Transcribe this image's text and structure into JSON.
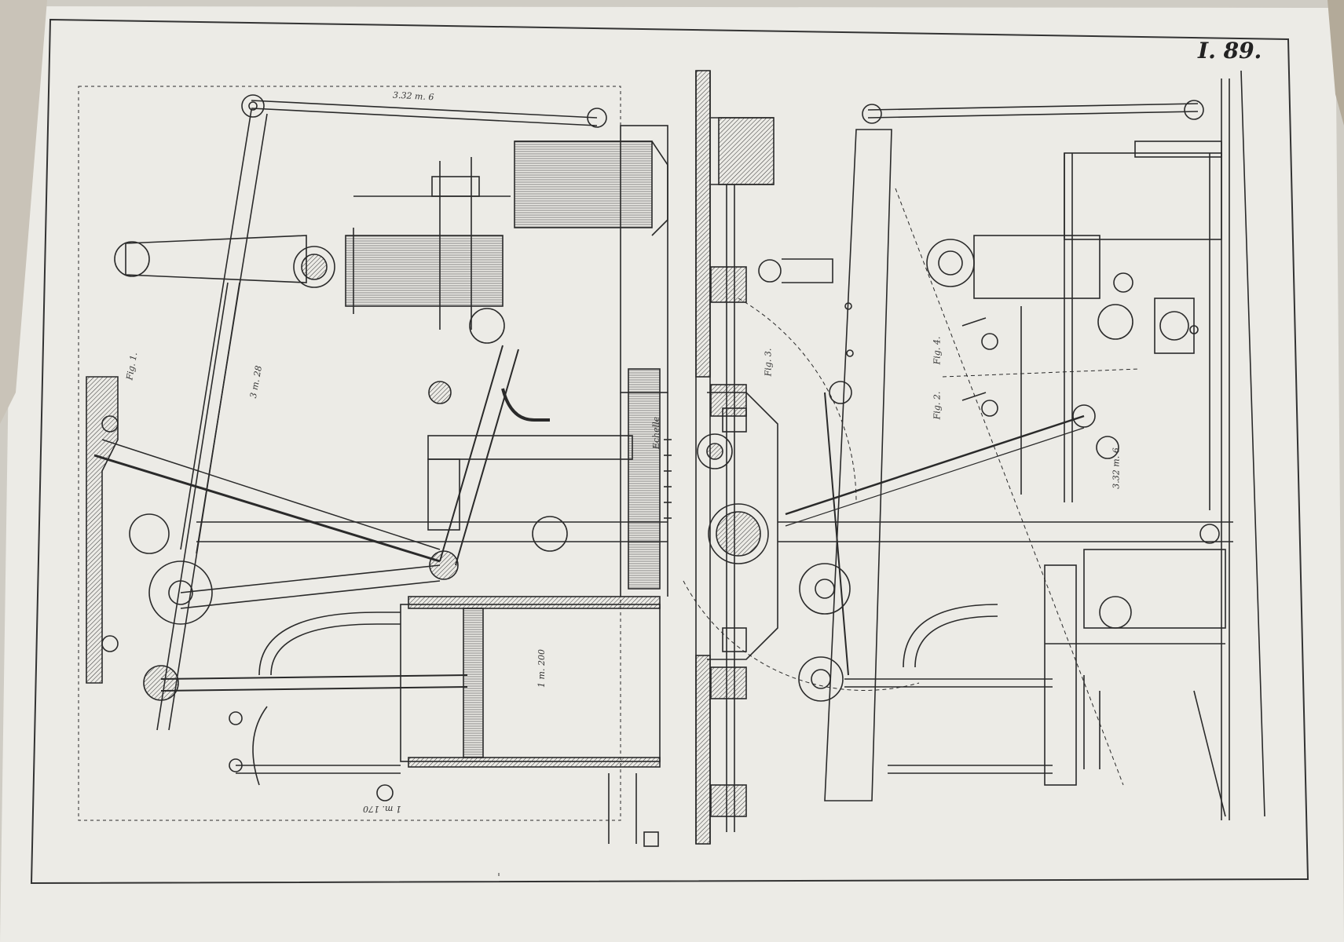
{
  "plate": {
    "number": "I. 89."
  },
  "figures": {
    "fig1": "Fig. 1.",
    "fig2": "Fig. 2.",
    "fig3": "Fig. 3.",
    "fig4": "Fig. 4."
  },
  "dimensions": {
    "top_rod": "3.32 m. 6",
    "cylinder": "1 m. 200",
    "beam_low": "1 m. 170",
    "frame_height": "3 m. 28",
    "right_height": "3.32 m. 6",
    "scale": "Echelle"
  },
  "colors": {
    "paper": "#ecebe6",
    "background": "#d9d6cf",
    "ink": "#2a2a2a"
  }
}
